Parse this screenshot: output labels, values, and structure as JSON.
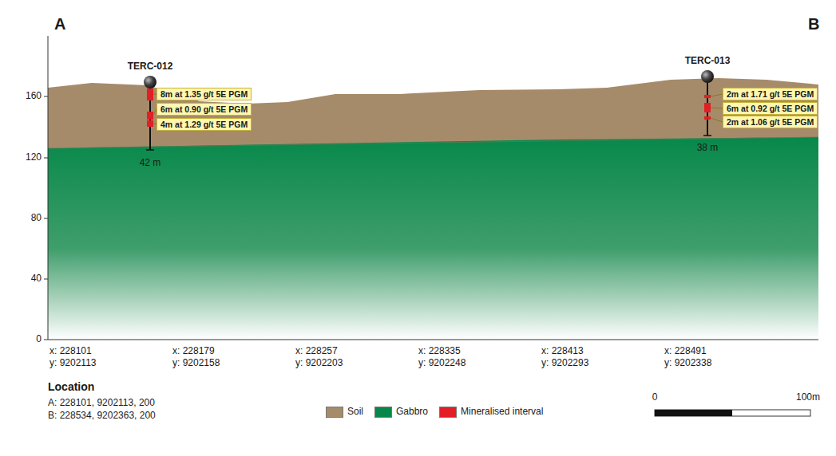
{
  "diagram": {
    "nodes": [
      {
        "text": [
          "8m at 1.35 g/t 5E PGM"
        ]
      },
      {
        "text": [
          "6m at 0.90 g/t 5E PGM"
        ]
      },
      {
        "text": [
          "4m at 1.29 g/t 5E PGM"
        ]
      },
      {
        "text": [
          "2m at 1.71 g/t 5E PGM"
        ]
      },
      {
        "text": [
          "6m at 0.92 g/t 5E PGM"
        ]
      },
      {
        "text": [
          "2m at 1.06 g/t 5E PGM"
        ]
      }
    ],
    "edges": [],
    "labels": [
      "A",
      "B",
      "TERC-012",
      "TERC-013",
      "42 m",
      "38 m",
      "160",
      "120",
      "80",
      "40",
      "0",
      "x: 228101",
      "y: 9202113",
      "x: 228179",
      "y: 9202158",
      "x: 228257",
      "y: 9202203",
      "x: 228335",
      "y: 9202248",
      "x: 228413",
      "y: 9202293",
      "x: 228491",
      "y: 9202338",
      "Location",
      "A: 228101, 9202113, 200",
      "B: 228534, 9202363, 200",
      "0",
      "100m"
    ],
    "legend": [
      {
        "text": "Soil",
        "color": "#a68b6b"
      },
      {
        "text": "Gabbro",
        "color": "#07884a"
      },
      {
        "text": "Mineralised interval",
        "color": "#e31e24"
      }
    ]
  }
}
